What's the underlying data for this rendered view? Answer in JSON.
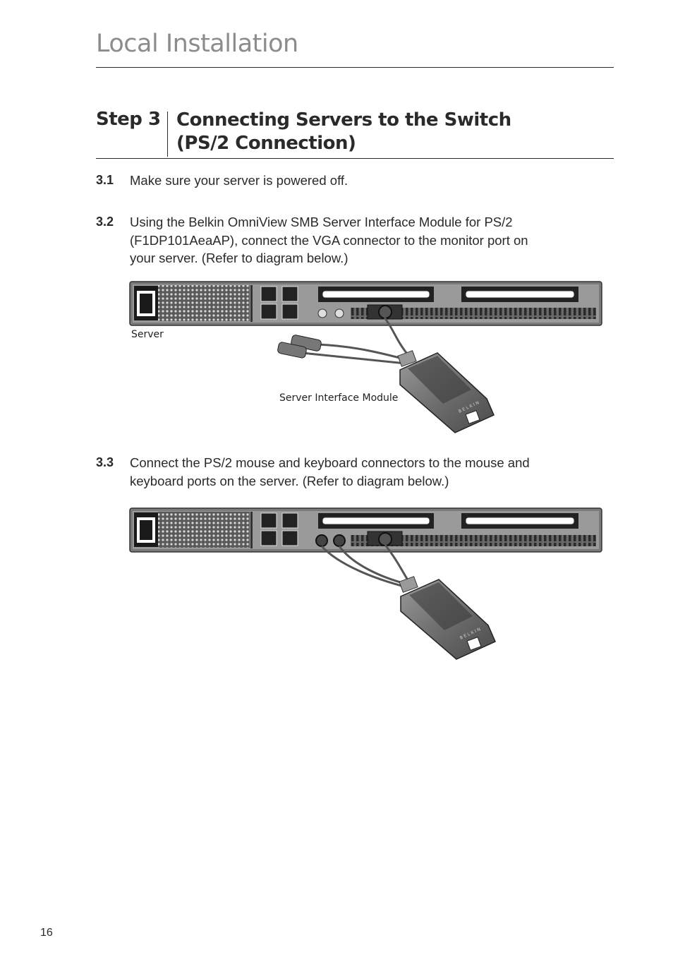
{
  "header": {
    "section_title": "Local Installation"
  },
  "step": {
    "label": "Step 3",
    "heading_line1": "Connecting Servers to the Switch",
    "heading_line2": "(PS/2 Connection)"
  },
  "items": [
    {
      "number": "3.1",
      "lines": [
        "Make sure your server is powered off."
      ]
    },
    {
      "number": "3.2",
      "lines": [
        "Using the Belkin OmniView SMB Server Interface Module for PS/2",
        "(F1DP101AeaAP), connect the VGA connector to the monitor port on",
        "your server. (Refer to diagram below.)"
      ]
    },
    {
      "number": "3.3",
      "lines": [
        "Connect the PS/2 mouse and keyboard connectors to the mouse and",
        "keyboard ports on the server. (Refer to diagram below.)"
      ]
    }
  ],
  "figure1": {
    "server_label": "Server",
    "module_label": "Server Interface Module"
  },
  "module_brand": "BELKIN",
  "footer": {
    "page_number": "16"
  }
}
